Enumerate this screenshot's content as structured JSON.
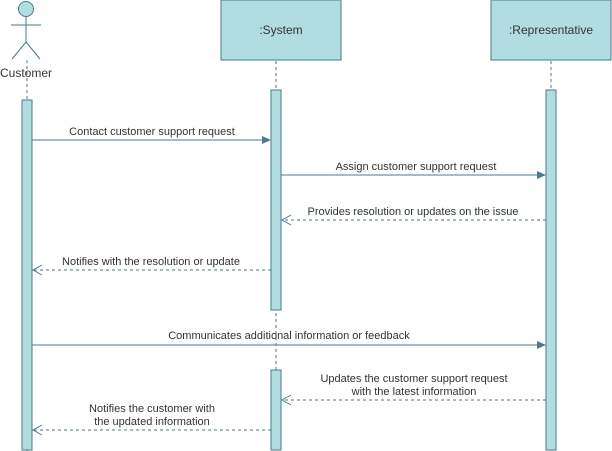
{
  "colors": {
    "stroke": "#4a7a8c",
    "fill": "#b1dde0",
    "text": "#333333",
    "arrow": "#4a7a8c"
  },
  "participants": {
    "customer": {
      "label": "Customer",
      "kind": "actor"
    },
    "system": {
      "label": ":System",
      "kind": "box"
    },
    "representative": {
      "label": ":Representative",
      "kind": "box"
    }
  },
  "messages": [
    {
      "from": "customer",
      "to": "system",
      "style": "solid",
      "lines": [
        "Contact customer support request"
      ]
    },
    {
      "from": "system",
      "to": "representative",
      "style": "solid",
      "lines": [
        "Assign customer support request"
      ]
    },
    {
      "from": "representative",
      "to": "system",
      "style": "dashed",
      "lines": [
        "Provides resolution or updates on the issue"
      ]
    },
    {
      "from": "system",
      "to": "customer",
      "style": "dashed",
      "lines": [
        "Notifies with the resolution or update"
      ]
    },
    {
      "from": "customer",
      "to": "representative",
      "style": "solid",
      "lines": [
        "Communicates additional information or feedback"
      ]
    },
    {
      "from": "representative",
      "to": "system",
      "style": "dashed",
      "lines": [
        "Updates the customer support request",
        "with the latest information"
      ]
    },
    {
      "from": "system",
      "to": "customer",
      "style": "dashed",
      "lines": [
        "Notifies the customer with",
        "the updated information"
      ]
    }
  ]
}
